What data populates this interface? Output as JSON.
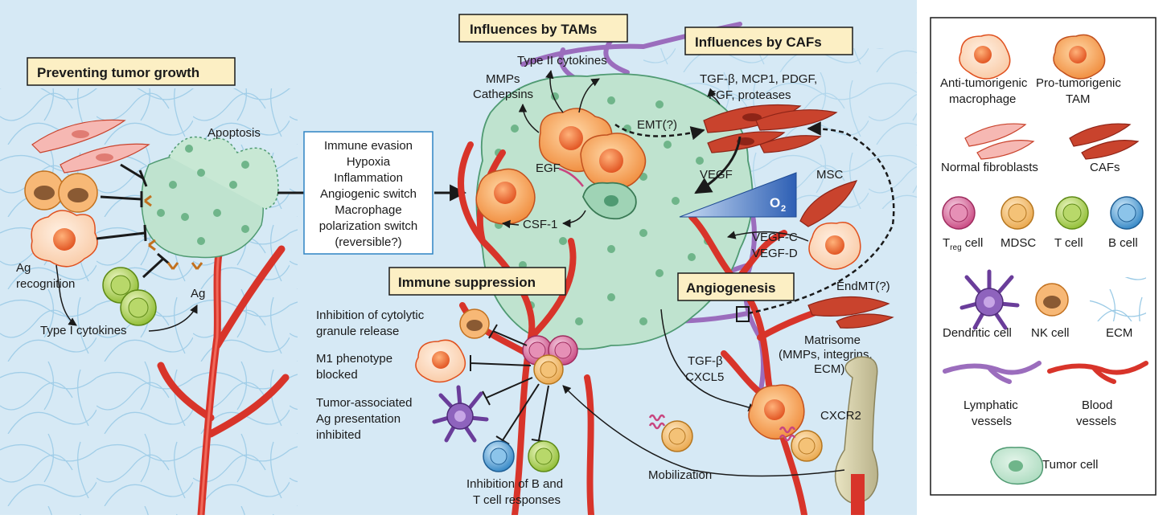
{
  "headers": {
    "preventing": "Preventing tumor growth",
    "tams": "Influences by TAMs",
    "cafs": "Influences by CAFs",
    "immune": "Immune suppression",
    "angio": "Angiogenesis"
  },
  "left": {
    "apoptosis": "Apoptosis",
    "ag_recognition_1": "Ag",
    "ag_recognition_2": "recognition",
    "type1": "Type I cytokines",
    "ag": "Ag"
  },
  "switch_box": {
    "lines": [
      "Immune evasion",
      "Hypoxia",
      "Inflammation",
      "Angiogenic switch",
      "Macrophage",
      "polarization switch",
      "(reversible?)"
    ]
  },
  "tam": {
    "type2": "Type II cytokines",
    "mmps": "MMPs",
    "cathepsins": "Cathepsins",
    "egf": "EGF",
    "csf1": "CSF-1",
    "emt": "EMT(?)"
  },
  "caf": {
    "line1": "TGF-β, MCP1, PDGF,",
    "line2": "FGF, proteases",
    "vegf": "VEGF",
    "o2": "O",
    "o2_sub": "2",
    "msc": "MSC",
    "vegfc": "VEGF-C",
    "vegfd": "VEGF-D",
    "endmt": "EndMT(?)",
    "matrisome_1": "Matrisome",
    "matrisome_2": "(MMPs, integrins,",
    "matrisome_3": "ECM)",
    "tgfb": "TGF-β",
    "cxcl5": "CXCL5",
    "cxcr2": "CXCR2",
    "mobilization": "Mobilization"
  },
  "immune": {
    "inhib1_1": "Inhibition of cytolytic",
    "inhib1_2": "granule release",
    "m1_1": "M1 phenotype",
    "m1_2": "blocked",
    "tag_1": "Tumor-associated",
    "tag_2": "Ag presentation",
    "tag_3": "inhibited",
    "bt_1": "Inhibition of B and",
    "bt_2": "T cell responses"
  },
  "legend": {
    "anti_1": "Anti-tumorigenic",
    "anti_2": "macrophage",
    "pro_1": "Pro-tumorigenic",
    "pro_2": "TAM",
    "normal_fib": "Normal fibroblasts",
    "cafs": "CAFs",
    "treg_t": "T",
    "treg_sub": "reg",
    "treg_cell": " cell",
    "mdsc": "MDSC",
    "tcell": "T cell",
    "bcell": "B cell",
    "dendritic": "Dendritic cell",
    "nk": "NK cell",
    "ecm": "ECM",
    "lymph_1": "Lymphatic",
    "lymph_2": "vessels",
    "blood_1": "Blood",
    "blood_2": "vessels",
    "tumor": "Tumor cell"
  },
  "colors": {
    "background": "#d6e9f5",
    "tumor": "#bfe3cf",
    "tumor_stroke": "#4f9a72",
    "header_fill": "#fcefc4",
    "vessel": "#d8342a",
    "lymph": "#9b6dbd",
    "caf": "#c9432d",
    "tam": "#f08a3a"
  }
}
